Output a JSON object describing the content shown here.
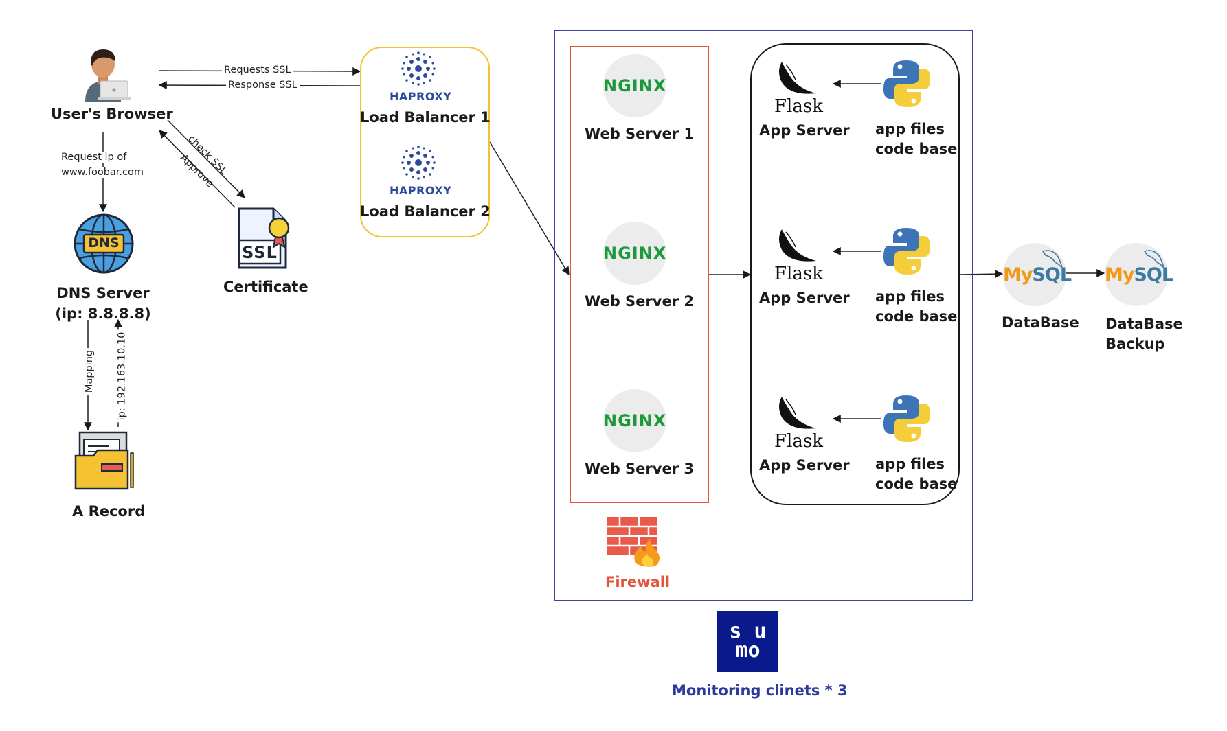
{
  "nodes": {
    "users_browser": "User's Browser",
    "dns_server_line1": "DNS Server",
    "dns_server_line2": "(ip: 8.8.8.8)",
    "dns_icon_text": "DNS",
    "certificate": "Certificate",
    "ssl_icon_text": "SSL",
    "a_record": "A Record",
    "load_balancer_1": "Load Balancer 1",
    "load_balancer_2": "Load Balancer 2",
    "haproxy_logo": "HAPROXY",
    "web_server_1": "Web Server 1",
    "web_server_2": "Web Server 2",
    "web_server_3": "Web Server 3",
    "nginx_logo": "NGINX",
    "flask_logo": "Flask",
    "app_server": "App Server",
    "app_files_line1": "app files",
    "app_files_line2": "code base",
    "firewall": "Firewall",
    "mysql_logo_my": "My",
    "mysql_logo_sql": "SQL",
    "database": "DataBase",
    "database_backup_line1": "DataBase",
    "database_backup_line2": "Backup",
    "sumo_line1": "s u",
    "sumo_line2": "mo",
    "monitoring": "Monitoring clinets * 3"
  },
  "edges": {
    "requests_ssl": "Requests SSL",
    "response_ssl": "Response SSL",
    "request_ip_line1": "Request ip of",
    "request_ip_line2": "www.foobar.com",
    "check_ssl": "check SSL",
    "approve": "Approve",
    "mapping": "Mapping",
    "ip_return": "ip: 192.163.10.10"
  },
  "colors": {
    "load_balancer_border": "#f2c12e",
    "web_server_border": "#e2553a",
    "monitoring_border": "#3a43a3",
    "firewall_text": "#e2553a",
    "monitoring_text": "#2e3a9a",
    "sumo_bg": "#0a1a8c",
    "nginx_green": "#1a9a3a",
    "mysql_orange": "#f19a1a",
    "mysql_blue": "#3c7aa2"
  }
}
